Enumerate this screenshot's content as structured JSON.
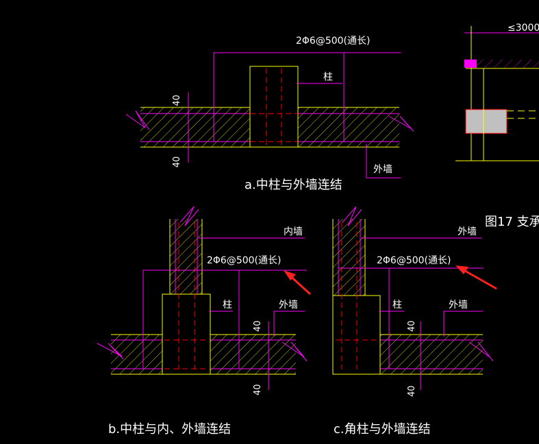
{
  "colors": {
    "background": "#000000",
    "wall_outline": "#ffff00",
    "dimension_line": "#ff00ff",
    "rebar": "#ff0000",
    "text": "#ffffff",
    "arrow": "#ff2020",
    "fill_gray": "#c0c0c0"
  },
  "top_partial_text": "…………………………………………………",
  "diagram_a": {
    "rebar_note": "2Φ6@500(通长)",
    "column_label": "柱",
    "wall_label": "外墙",
    "dim_top": "40",
    "dim_bottom": "40",
    "caption": "a.中柱与外墙连结"
  },
  "diagram_b": {
    "inner_wall_label": "内墙",
    "rebar_note": "2Φ6@500(通长)",
    "column_label": "柱",
    "outer_wall_label": "外墙",
    "dim_top": "40",
    "dim_bottom": "40",
    "caption": "b.中柱与内、外墙连结"
  },
  "diagram_c": {
    "outer_wall_label_top": "外墙",
    "rebar_note": "2Φ6@500(通长)",
    "column_label": "柱",
    "outer_wall_label": "外墙",
    "dim_top": "40",
    "dim_bottom": "40",
    "caption": "c.角柱与外墙连结"
  },
  "figure_17": {
    "dim_text": "≤3000",
    "caption": "图17 支承"
  }
}
